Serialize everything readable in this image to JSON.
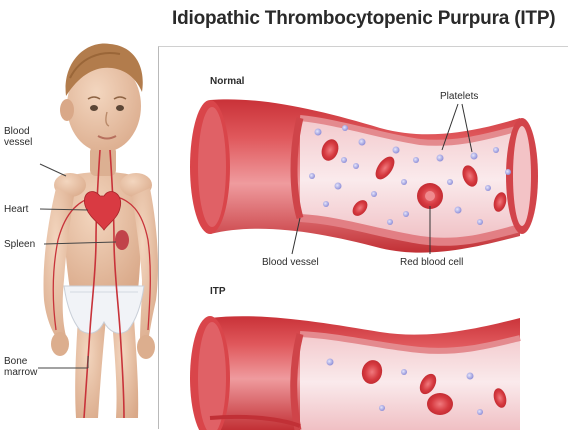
{
  "title": "Idiopathic Thrombocytopenic Purpura (ITP)",
  "panels": {
    "normal": {
      "label": "Normal",
      "callouts": {
        "platelets": "Platelets",
        "blood_vessel": "Blood vessel",
        "red_blood_cell": "Red blood cell"
      }
    },
    "itp": {
      "label": "ITP"
    }
  },
  "body_labels": {
    "blood_vessel": [
      "Blood",
      "vessel"
    ],
    "heart": "Heart",
    "spleen": "Spleen",
    "bone_marrow": [
      "Bone",
      "marrow"
    ]
  },
  "colors": {
    "vessel_outer": "#d9454a",
    "vessel_wall": "#e7868a",
    "vessel_lumen": "#f6dde0",
    "red_cell": "#d8383e",
    "platelet": "#a9a8e6",
    "skin": "#e9c3a5",
    "diaper": "#f1f3f7"
  }
}
